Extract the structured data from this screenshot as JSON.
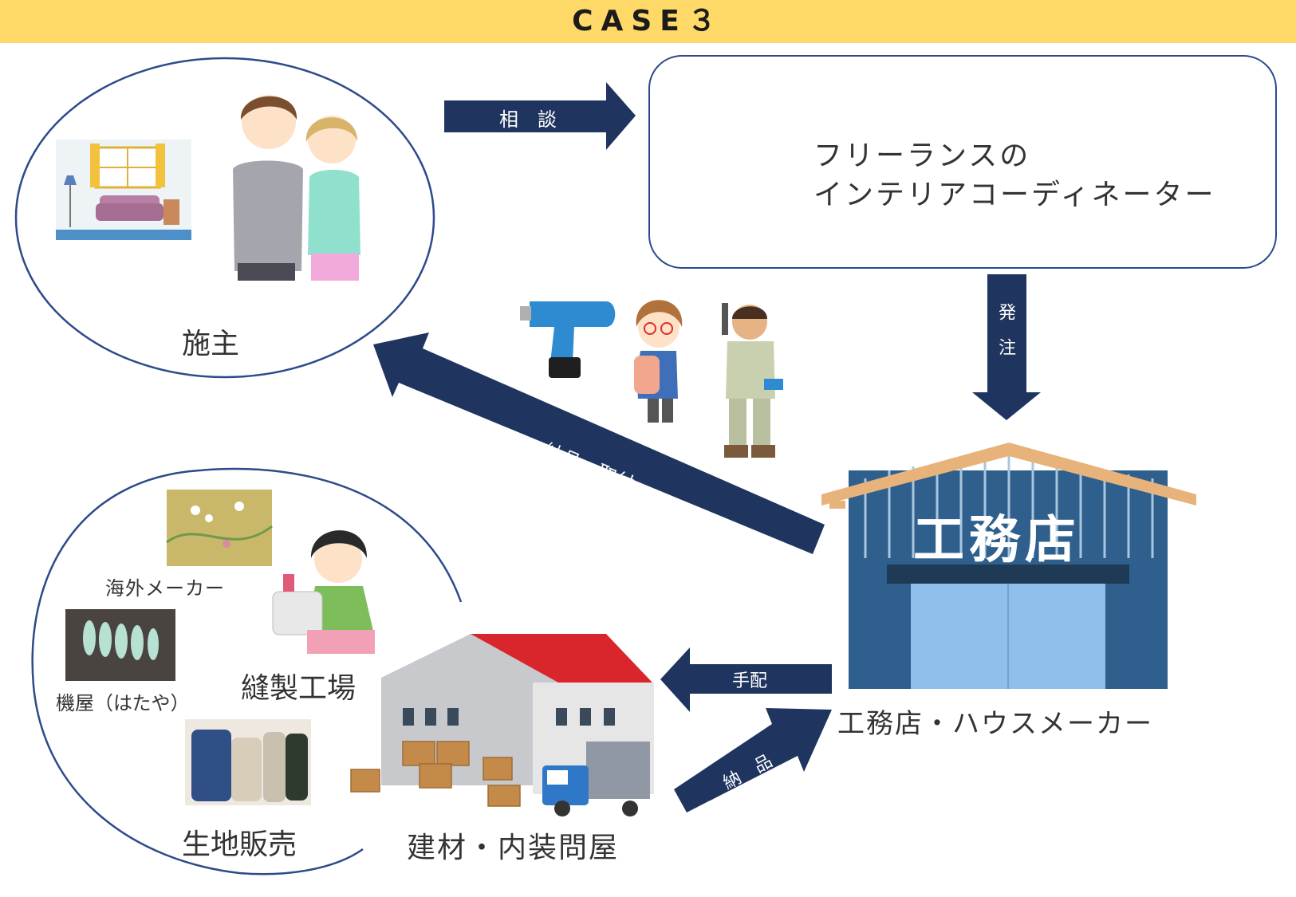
{
  "banner": {
    "title": "CASE３"
  },
  "client": {
    "label": "施主"
  },
  "coordinator": {
    "line1": "フリーランスの",
    "line2": "インテリアコーディネーター"
  },
  "arrows": {
    "consult": "相　談",
    "order": "発　注",
    "delivery_install": "納品・取付",
    "arrange": "手配",
    "deliver": "納　品"
  },
  "contractor": {
    "sign": "工務店",
    "label": "工務店・ハウスメーカー"
  },
  "wholesaler": {
    "label": "建材・内装問屋"
  },
  "fabric": {
    "overseas": "海外メーカー",
    "weaver": "機屋（はたや）",
    "sewing": "縫製工場",
    "retail": "生地販売"
  },
  "colors": {
    "banner": "#ffd968",
    "arrow": "#1f355f",
    "outline": "#2d4a8a",
    "building": "#2f5f8c",
    "warehouse_roof": "#d9262c"
  }
}
